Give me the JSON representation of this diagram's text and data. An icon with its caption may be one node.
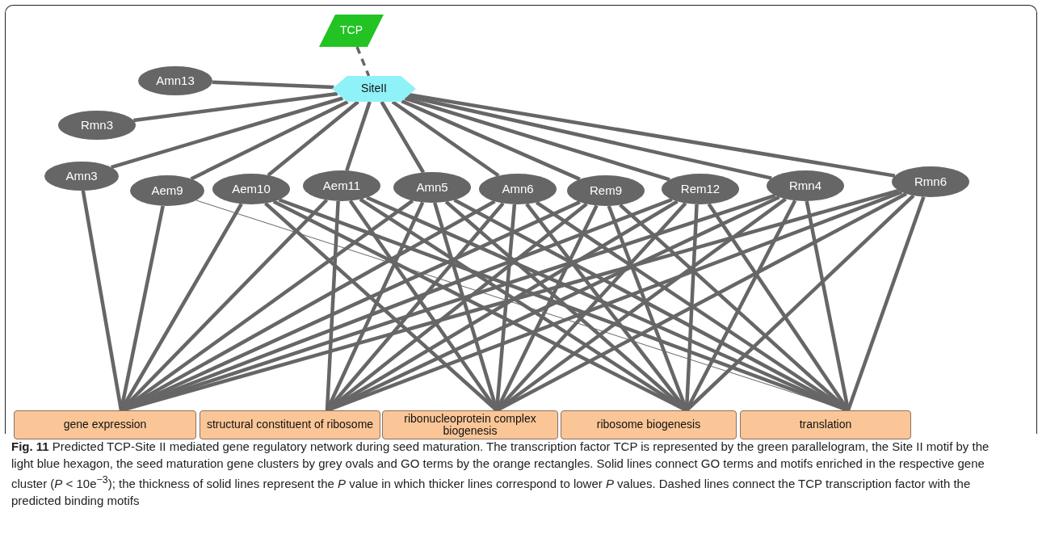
{
  "diagram": {
    "caption": "**Fig. 11** Predicted TCP-Site II mediated gene regulatory network during seed maturation. The transcription factor TCP is represented by the green parallelogram, the Site II motif by the light blue hexagon, the seed maturation gene clusters by grey ovals and GO terms by the orange rectangles. Solid lines connect GO terms and motifs enriched in the respective gene cluster (*P* < 10e$^{−3}$); the thickness of solid lines represent the *P* value in which thicker lines correspond to lower *P* values. Dashed lines connect the TCP transcription factor with the predicted binding motifs",
    "nodes": [
      {
        "text": [
          "TCP"
        ]
      },
      {
        "text": [
          "SiteII"
        ]
      },
      {
        "text": [
          "Amn13"
        ]
      },
      {
        "text": [
          "Rmn3"
        ]
      },
      {
        "text": [
          "Amn3"
        ]
      },
      {
        "text": [
          "Aem9"
        ]
      },
      {
        "text": [
          "Aem10"
        ]
      },
      {
        "text": [
          "Aem11"
        ]
      },
      {
        "text": [
          "Amn5"
        ]
      },
      {
        "text": [
          "Amn6"
        ]
      },
      {
        "text": [
          "Rem9"
        ]
      },
      {
        "text": [
          "Rem12"
        ]
      },
      {
        "text": [
          "Rmn4"
        ]
      },
      {
        "text": [
          "Rmn6"
        ]
      },
      {
        "text": [
          "gene expression"
        ]
      },
      {
        "text": [
          "structural constituent of ribosome"
        ]
      },
      {
        "text": [
          "ribonucleoprotein complex biogenesis"
        ]
      },
      {
        "text": [
          "ribosome biogenesis"
        ]
      },
      {
        "text": [
          "translation"
        ]
      }
    ],
    "edges": [
      {
        "from": 0,
        "to": 1,
        "arrow": "none",
        "style": "dashed"
      },
      {
        "from": 1,
        "to": 2,
        "arrow": "none"
      },
      {
        "from": 1,
        "to": 3,
        "arrow": "none"
      },
      {
        "from": 1,
        "to": 4,
        "arrow": "none"
      },
      {
        "from": 1,
        "to": 5,
        "arrow": "none"
      },
      {
        "from": 1,
        "to": 6,
        "arrow": "none"
      },
      {
        "from": 1,
        "to": 7,
        "arrow": "none"
      },
      {
        "from": 1,
        "to": 8,
        "arrow": "none"
      },
      {
        "from": 1,
        "to": 9,
        "arrow": "none"
      },
      {
        "from": 1,
        "to": 10,
        "arrow": "none"
      },
      {
        "from": 1,
        "to": 11,
        "arrow": "none"
      },
      {
        "from": 1,
        "to": 12,
        "arrow": "none"
      },
      {
        "from": 1,
        "to": 13,
        "arrow": "none"
      },
      {
        "from": 4,
        "to": 14,
        "arrow": "none"
      },
      {
        "from": 5,
        "to": 14,
        "arrow": "none"
      },
      {
        "from": 5,
        "to": 18,
        "arrow": "none"
      },
      {
        "from": 6,
        "to": 14,
        "arrow": "none"
      },
      {
        "from": 6,
        "to": 16,
        "arrow": "none"
      },
      {
        "from": 6,
        "to": 17,
        "arrow": "none"
      },
      {
        "from": 6,
        "to": 18,
        "arrow": "none"
      },
      {
        "from": 7,
        "to": 14,
        "arrow": "none"
      },
      {
        "from": 7,
        "to": 15,
        "arrow": "none"
      },
      {
        "from": 7,
        "to": 16,
        "arrow": "none"
      },
      {
        "from": 7,
        "to": 17,
        "arrow": "none"
      },
      {
        "from": 7,
        "to": 18,
        "arrow": "none"
      },
      {
        "from": 8,
        "to": 14,
        "arrow": "none"
      },
      {
        "from": 8,
        "to": 15,
        "arrow": "none"
      },
      {
        "from": 8,
        "to": 16,
        "arrow": "none"
      },
      {
        "from": 8,
        "to": 17,
        "arrow": "none"
      },
      {
        "from": 8,
        "to": 18,
        "arrow": "none"
      },
      {
        "from": 9,
        "to": 14,
        "arrow": "none"
      },
      {
        "from": 9,
        "to": 15,
        "arrow": "none"
      },
      {
        "from": 9,
        "to": 16,
        "arrow": "none"
      },
      {
        "from": 9,
        "to": 17,
        "arrow": "none"
      },
      {
        "from": 9,
        "to": 18,
        "arrow": "none"
      },
      {
        "from": 10,
        "to": 14,
        "arrow": "none"
      },
      {
        "from": 10,
        "to": 15,
        "arrow": "none"
      },
      {
        "from": 10,
        "to": 16,
        "arrow": "none"
      },
      {
        "from": 10,
        "to": 17,
        "arrow": "none"
      },
      {
        "from": 10,
        "to": 18,
        "arrow": "none"
      },
      {
        "from": 11,
        "to": 14,
        "arrow": "none"
      },
      {
        "from": 11,
        "to": 15,
        "arrow": "none"
      },
      {
        "from": 11,
        "to": 16,
        "arrow": "none"
      },
      {
        "from": 11,
        "to": 17,
        "arrow": "none"
      },
      {
        "from": 11,
        "to": 18,
        "arrow": "none"
      },
      {
        "from": 12,
        "to": 14,
        "arrow": "none"
      },
      {
        "from": 12,
        "to": 15,
        "arrow": "none"
      },
      {
        "from": 12,
        "to": 16,
        "arrow": "none"
      },
      {
        "from": 12,
        "to": 17,
        "arrow": "none"
      },
      {
        "from": 12,
        "to": 18,
        "arrow": "none"
      },
      {
        "from": 13,
        "to": 14,
        "arrow": "none"
      },
      {
        "from": 13,
        "to": 15,
        "arrow": "none"
      },
      {
        "from": 13,
        "to": 16,
        "arrow": "none"
      },
      {
        "from": 13,
        "to": 17,
        "arrow": "none"
      },
      {
        "from": 13,
        "to": 18,
        "arrow": "none"
      }
    ]
  }
}
